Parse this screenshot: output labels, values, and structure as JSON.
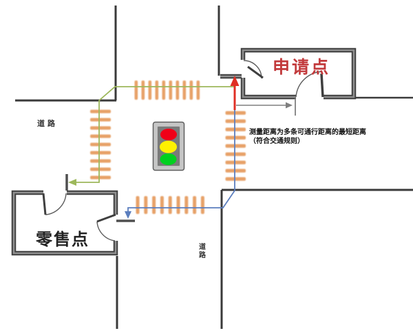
{
  "diagram": {
    "type": "road-intersection-route-map",
    "buildings": {
      "application_point": {
        "label": "申请点"
      },
      "retail_point": {
        "label": "零售点"
      }
    },
    "roads": {
      "left_label": "道路",
      "bottom_label": "道路"
    },
    "annotation": {
      "line1": "测量距离为多条可通行距离的最短距离",
      "line2": "（符合交通规则）"
    },
    "colors": {
      "crosswalk_stripe": "#E59A5C",
      "route_green": "#9DB85B",
      "route_blue": "#5B7EBE",
      "entrance_arrow_red": "#E02F24",
      "application_label": "#C23A3C",
      "retail_label": "#222222",
      "road_label": "#333333",
      "annotation_text": "#111111",
      "wall_dark": "#3F3F3F",
      "wall_core": "#8F8F8F",
      "road_edge": "#3A3A3A",
      "door_arc": "#5A5A5A",
      "dimension_gray": "#7F7F7F",
      "threshold_gray": "#4F4F4F",
      "light_frame": "#C6C6C6",
      "light_panel": "#7A7A7A",
      "light_red": "#F00018",
      "light_yellow": "#FFF100",
      "light_green": "#00D01F"
    }
  }
}
